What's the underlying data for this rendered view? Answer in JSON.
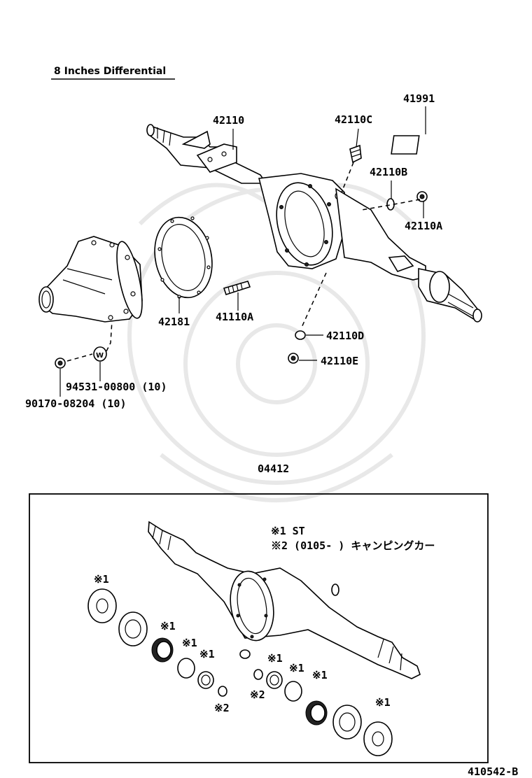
{
  "title": "8 Inches Differential",
  "parts": {
    "p42110": "42110",
    "p42110C": "42110C",
    "p41991": "41991",
    "p42110B": "42110B",
    "p42110A": "42110A",
    "p42181": "42181",
    "p41110A": "41110A",
    "p42110D": "42110D",
    "p42110E": "42110E",
    "p94531": "94531-00800 (10)",
    "p90170": "90170-08204 (10)",
    "p04412": "04412"
  },
  "kit": {
    "note1": "※1 ST",
    "note2": "※2 (0105-      ) キャンピングカー",
    "mark1": "※1",
    "mark2": "※2"
  },
  "washer_letter": "W",
  "diagram_id": "410542-B"
}
